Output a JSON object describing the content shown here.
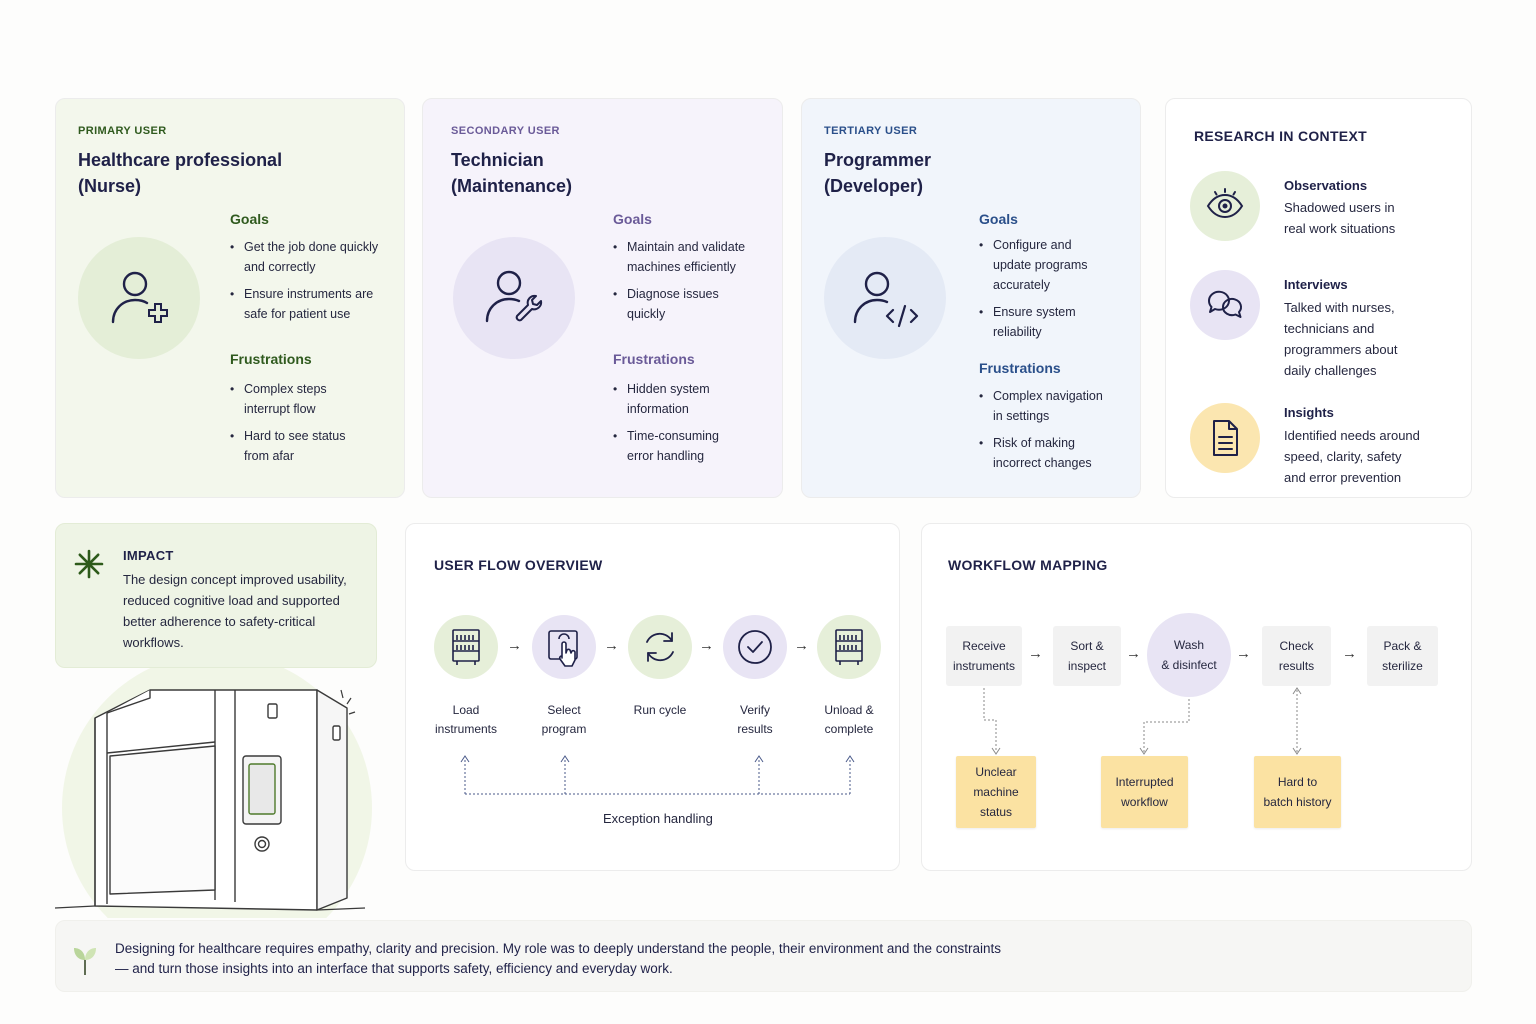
{
  "personas": [
    {
      "tag": "PRIMARY USER",
      "title_lines": [
        "Healthcare professional",
        "(Nurse)"
      ],
      "goals_heading": "Goals",
      "goals": [
        [
          "Get the job done quickly",
          "and correctly"
        ],
        [
          "Ensure instruments are",
          "safe for patient use"
        ]
      ],
      "frustrations_heading": "Frustrations",
      "frustrations": [
        [
          "Complex steps",
          "interrupt flow"
        ],
        [
          "Hard to see status",
          "from afar"
        ]
      ],
      "icon": "user-plus-icon",
      "accent": "#2f5a1e"
    },
    {
      "tag": "SECONDARY USER",
      "title_lines": [
        "Technician",
        "(Maintenance)"
      ],
      "goals_heading": "Goals",
      "goals": [
        [
          "Maintain and validate",
          "machines efficiently"
        ],
        [
          "Diagnose issues",
          "quickly"
        ]
      ],
      "frustrations_heading": "Frustrations",
      "frustrations": [
        [
          "Hidden system",
          "information"
        ],
        [
          "Time-consuming",
          "error handling"
        ]
      ],
      "icon": "user-wrench-icon",
      "accent": "#6a5a98"
    },
    {
      "tag": "TERTIARY USER",
      "title_lines": [
        "Programmer",
        "(Developer)"
      ],
      "goals_heading": "Goals",
      "goals": [
        [
          "Configure and",
          "update programs",
          "accurately"
        ],
        [
          "Ensure system",
          "reliability"
        ]
      ],
      "frustrations_heading": "Frustrations",
      "frustrations": [
        [
          "Complex navigation",
          "in settings"
        ],
        [
          "Risk of making",
          "incorrect changes"
        ]
      ],
      "icon": "user-code-icon",
      "accent": "#2a4f8a"
    }
  ],
  "research": {
    "title": "RESEARCH IN CONTEXT",
    "items": [
      {
        "heading": "Observations",
        "lines": [
          "Shadowed users in",
          "real work situations"
        ],
        "icon": "eye-icon"
      },
      {
        "heading": "Interviews",
        "lines": [
          "Talked with nurses,",
          "technicians and",
          "programmers about",
          "daily challenges"
        ],
        "icon": "chat-bubbles-icon"
      },
      {
        "heading": "Insights",
        "lines": [
          "Identified needs around",
          "speed, clarity, safety",
          "and error prevention"
        ],
        "icon": "document-icon"
      }
    ]
  },
  "impact": {
    "heading": "IMPACT",
    "lines": [
      "The design concept improved usability,",
      "reduced cognitive load and supported",
      "better adherence to safety-critical",
      "workflows."
    ],
    "icon": "asterisk-icon"
  },
  "user_flow": {
    "title": "USER FLOW OVERVIEW",
    "steps": [
      {
        "lines": [
          "Load",
          "instruments"
        ],
        "icon": "instrument-rack-icon"
      },
      {
        "lines": [
          "Select",
          "program"
        ],
        "icon": "touch-screen-icon"
      },
      {
        "lines": [
          "Run cycle"
        ],
        "icon": "cycle-icon"
      },
      {
        "lines": [
          "Verify",
          "results"
        ],
        "icon": "check-circle-icon"
      },
      {
        "lines": [
          "Unload &",
          "complete"
        ],
        "icon": "instrument-rack-icon"
      }
    ],
    "exception_label": "Exception handling"
  },
  "workflow": {
    "title": "WORKFLOW MAPPING",
    "steps": [
      [
        "Receive",
        "instruments"
      ],
      [
        "Sort &",
        "inspect"
      ],
      [
        "Wash",
        "& disinfect"
      ],
      [
        "Check",
        "results"
      ],
      [
        "Pack &",
        "sterilize"
      ]
    ],
    "pain_points": [
      [
        "Unclear",
        "machine",
        "status"
      ],
      [
        "Interrupted",
        "workflow"
      ],
      [
        "Hard to",
        "batch history"
      ]
    ]
  },
  "footer": {
    "lines": [
      "Designing for healthcare requires empathy, clarity and precision. My role was to deeply understand the people, their environment and the constraints",
      "— and turn those insights into an interface that supports safety, efficiency and everyday work."
    ],
    "icon": "sprout-icon"
  },
  "colors": {
    "green_tint": "#f3f7ec",
    "purple_tint": "#f6f3fb",
    "blue_tint": "#f1f5fb",
    "sticky_note": "#fbe2a2",
    "green_circle": "#e6efd9",
    "purple_circle": "#e8e4f4",
    "yellow_circle": "#fbe6b0"
  }
}
